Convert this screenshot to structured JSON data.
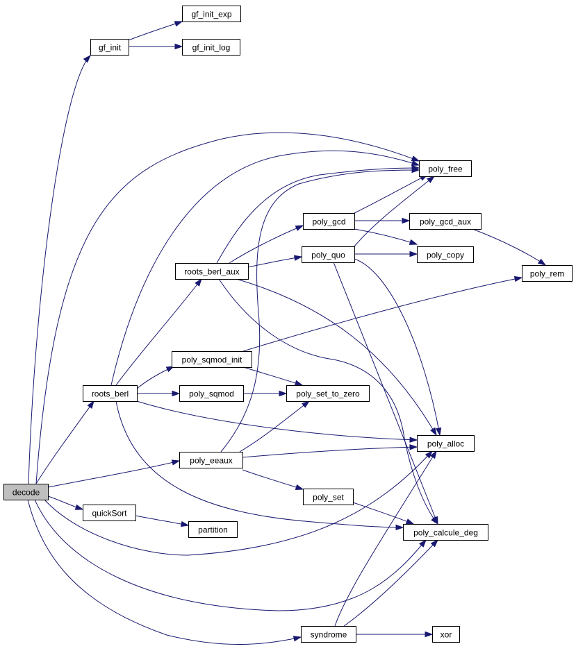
{
  "graph": {
    "colors": {
      "edge": "#191970",
      "node_fill": "#ffffff",
      "root_fill": "#bfbfbf",
      "node_border": "#000000"
    },
    "nodes": [
      {
        "id": "decode",
        "label": "decode",
        "root": true
      },
      {
        "id": "gf_init",
        "label": "gf_init"
      },
      {
        "id": "gf_init_exp",
        "label": "gf_init_exp"
      },
      {
        "id": "gf_init_log",
        "label": "gf_init_log"
      },
      {
        "id": "poly_free",
        "label": "poly_free"
      },
      {
        "id": "poly_gcd",
        "label": "poly_gcd"
      },
      {
        "id": "poly_gcd_aux",
        "label": "poly_gcd_aux"
      },
      {
        "id": "poly_quo",
        "label": "poly_quo"
      },
      {
        "id": "poly_copy",
        "label": "poly_copy"
      },
      {
        "id": "poly_rem",
        "label": "poly_rem"
      },
      {
        "id": "roots_berl_aux",
        "label": "roots_berl_aux"
      },
      {
        "id": "poly_sqmod_init",
        "label": "poly_sqmod_init"
      },
      {
        "id": "roots_berl",
        "label": "roots_berl"
      },
      {
        "id": "poly_sqmod",
        "label": "poly_sqmod"
      },
      {
        "id": "poly_set_to_zero",
        "label": "poly_set_to_zero"
      },
      {
        "id": "poly_alloc",
        "label": "poly_alloc"
      },
      {
        "id": "poly_eeaux",
        "label": "poly_eeaux"
      },
      {
        "id": "poly_set",
        "label": "poly_set"
      },
      {
        "id": "quickSort",
        "label": "quickSort"
      },
      {
        "id": "partition",
        "label": "partition"
      },
      {
        "id": "poly_calcule_deg",
        "label": "poly_calcule_deg"
      },
      {
        "id": "syndrome",
        "label": "syndrome"
      },
      {
        "id": "xor",
        "label": "xor"
      }
    ],
    "edges": [
      {
        "from": "decode",
        "to": "gf_init"
      },
      {
        "from": "gf_init",
        "to": "gf_init_exp"
      },
      {
        "from": "gf_init",
        "to": "gf_init_log"
      },
      {
        "from": "decode",
        "to": "poly_free"
      },
      {
        "from": "decode",
        "to": "roots_berl"
      },
      {
        "from": "decode",
        "to": "poly_eeaux"
      },
      {
        "from": "decode",
        "to": "quickSort"
      },
      {
        "from": "decode",
        "to": "poly_alloc"
      },
      {
        "from": "decode",
        "to": "poly_calcule_deg"
      },
      {
        "from": "decode",
        "to": "syndrome"
      },
      {
        "from": "roots_berl",
        "to": "poly_free"
      },
      {
        "from": "roots_berl",
        "to": "roots_berl_aux"
      },
      {
        "from": "roots_berl",
        "to": "poly_sqmod_init"
      },
      {
        "from": "roots_berl",
        "to": "poly_sqmod"
      },
      {
        "from": "roots_berl",
        "to": "poly_alloc"
      },
      {
        "from": "roots_berl",
        "to": "poly_calcule_deg"
      },
      {
        "from": "roots_berl_aux",
        "to": "poly_free"
      },
      {
        "from": "roots_berl_aux",
        "to": "poly_gcd"
      },
      {
        "from": "roots_berl_aux",
        "to": "poly_quo"
      },
      {
        "from": "roots_berl_aux",
        "to": "poly_alloc"
      },
      {
        "from": "roots_berl_aux",
        "to": "poly_calcule_deg"
      },
      {
        "from": "poly_gcd",
        "to": "poly_free"
      },
      {
        "from": "poly_gcd",
        "to": "poly_gcd_aux"
      },
      {
        "from": "poly_gcd",
        "to": "poly_copy"
      },
      {
        "from": "poly_gcd_aux",
        "to": "poly_rem"
      },
      {
        "from": "poly_quo",
        "to": "poly_free"
      },
      {
        "from": "poly_quo",
        "to": "poly_copy"
      },
      {
        "from": "poly_quo",
        "to": "poly_alloc"
      },
      {
        "from": "poly_quo",
        "to": "poly_calcule_deg"
      },
      {
        "from": "poly_sqmod_init",
        "to": "poly_rem"
      },
      {
        "from": "poly_sqmod_init",
        "to": "poly_set_to_zero"
      },
      {
        "from": "poly_sqmod",
        "to": "poly_set_to_zero"
      },
      {
        "from": "poly_eeaux",
        "to": "poly_free"
      },
      {
        "from": "poly_eeaux",
        "to": "poly_set_to_zero"
      },
      {
        "from": "poly_eeaux",
        "to": "poly_alloc"
      },
      {
        "from": "poly_eeaux",
        "to": "poly_set"
      },
      {
        "from": "poly_set",
        "to": "poly_calcule_deg"
      },
      {
        "from": "quickSort",
        "to": "partition"
      },
      {
        "from": "syndrome",
        "to": "poly_alloc"
      },
      {
        "from": "syndrome",
        "to": "poly_calcule_deg"
      },
      {
        "from": "syndrome",
        "to": "xor"
      }
    ]
  }
}
